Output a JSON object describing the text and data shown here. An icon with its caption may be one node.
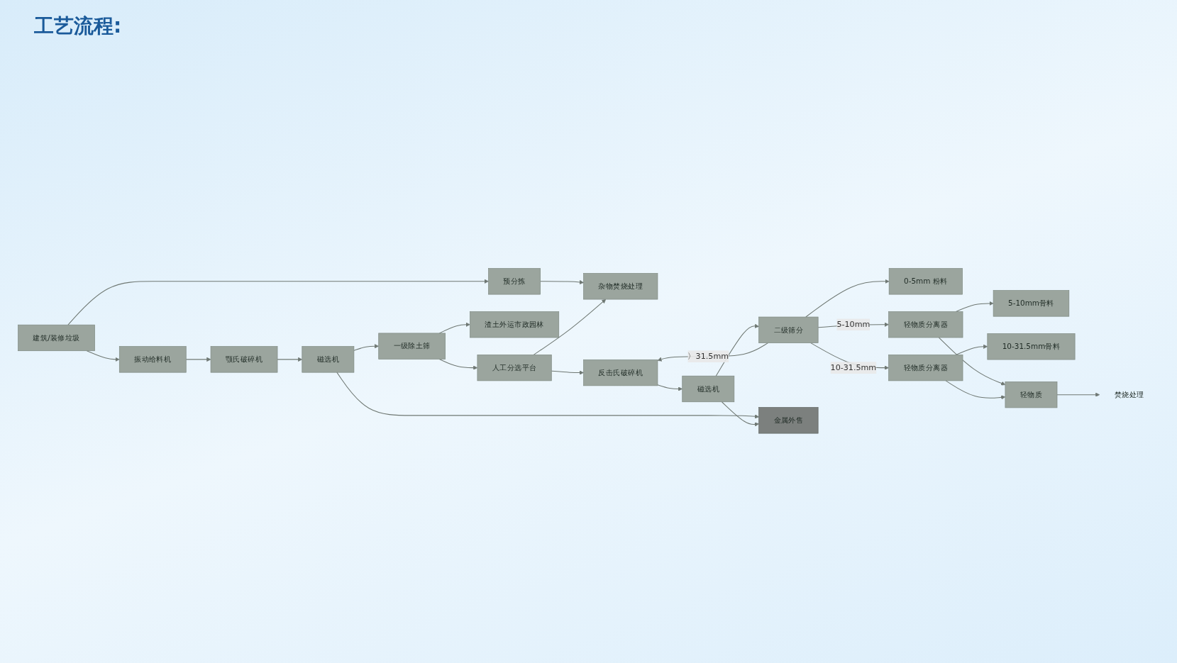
{
  "diagram": {
    "title": "工艺流程:",
    "nodes": [
      {
        "text": [
          "建筑/装修垃圾"
        ]
      },
      {
        "text": [
          "预分拣"
        ]
      },
      {
        "text": [
          "振动给料机"
        ]
      },
      {
        "text": [
          "颚氏破碎机"
        ]
      },
      {
        "text": [
          "渣土外运市政园林"
        ]
      },
      {
        "text": [
          "杂物焚烧处理"
        ]
      },
      {
        "text": [
          "磁选机"
        ]
      },
      {
        "text": [
          "一级除土筛"
        ]
      },
      {
        "text": [
          "人工分选平台"
        ]
      },
      {
        "text": [
          "反击氏破碎机"
        ]
      },
      {
        "text": [
          "磁选机"
        ]
      },
      {
        "text": [
          "二级筛分"
        ]
      },
      {
        "text": [
          "0-5mm 粉料"
        ]
      },
      {
        "text": [
          "金属外售"
        ]
      },
      {
        "text": [
          "5-10mm骨料"
        ]
      },
      {
        "text": [
          "轻物质分离器"
        ]
      },
      {
        "text": [
          "轻物质分离器"
        ]
      },
      {
        "text": [
          "10-31.5mm骨料"
        ]
      },
      {
        "text": [
          "轻物质"
        ]
      },
      {
        "text": [
          "焚烧处理"
        ]
      }
    ],
    "edges": [
      {
        "from": 0,
        "to": 2,
        "arrow": "to"
      },
      {
        "from": 0,
        "to": 1,
        "arrow": "to"
      },
      {
        "from": 1,
        "to": 5,
        "arrow": "to"
      },
      {
        "from": 2,
        "to": 3,
        "arrow": "to"
      },
      {
        "from": 3,
        "to": 6,
        "arrow": "to"
      },
      {
        "from": 6,
        "to": 7,
        "arrow": "to"
      },
      {
        "from": 7,
        "to": 4,
        "arrow": "to"
      },
      {
        "from": 7,
        "to": 8,
        "arrow": "to"
      },
      {
        "from": 8,
        "to": 5,
        "arrow": "to"
      },
      {
        "from": 8,
        "to": 9,
        "arrow": "to"
      },
      {
        "from": 9,
        "to": 10,
        "arrow": "to"
      },
      {
        "from": 10,
        "to": 11,
        "arrow": "to"
      },
      {
        "from": 11,
        "to": 9,
        "arrow": "to",
        "label": "〉31.5mm"
      },
      {
        "from": 11,
        "to": 12,
        "arrow": "to"
      },
      {
        "from": 6,
        "to": 13,
        "arrow": "to"
      },
      {
        "from": 10,
        "to": 13,
        "arrow": "to"
      },
      {
        "from": 11,
        "to": 15,
        "arrow": "to",
        "label": "5-10mm"
      },
      {
        "from": 11,
        "to": 16,
        "arrow": "to",
        "label": "10-31.5mm"
      },
      {
        "from": 15,
        "to": 14,
        "arrow": "to"
      },
      {
        "from": 16,
        "to": 17,
        "arrow": "to"
      },
      {
        "from": 15,
        "to": 18,
        "arrow": "to"
      },
      {
        "from": 16,
        "to": 18,
        "arrow": "to"
      },
      {
        "from": 18,
        "to": 19,
        "arrow": "to"
      }
    ]
  }
}
